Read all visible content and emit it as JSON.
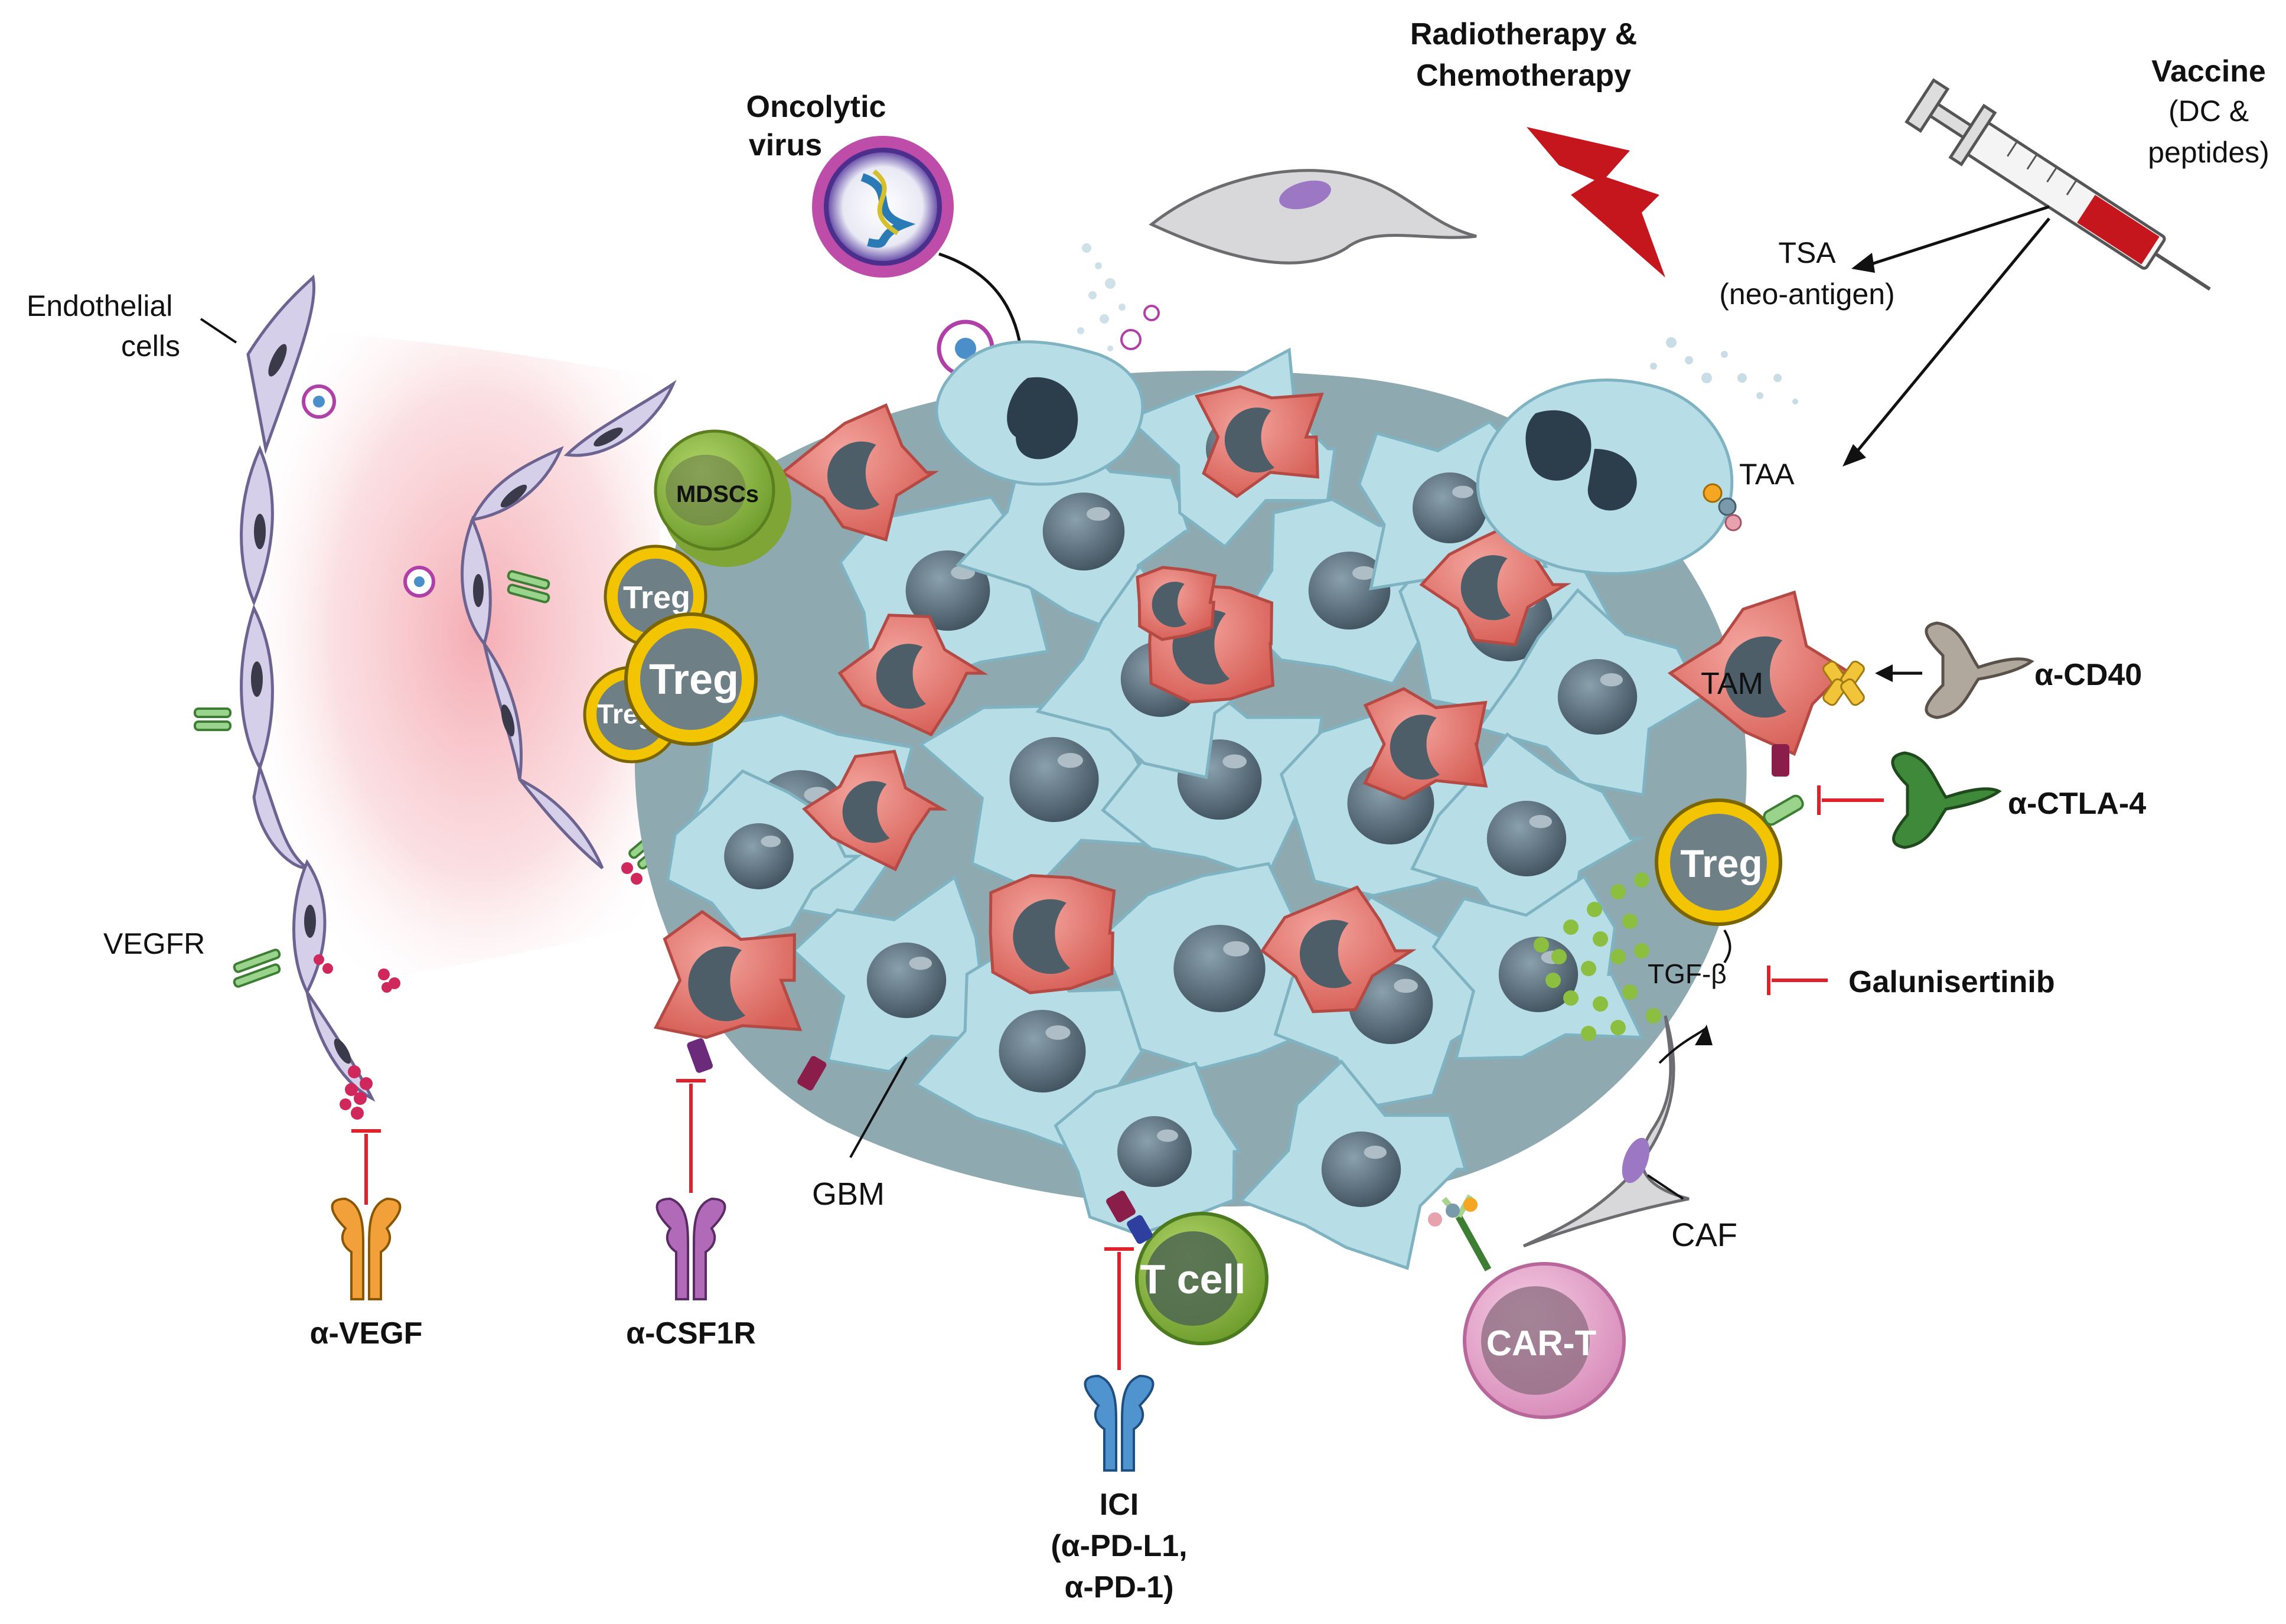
{
  "labels": {
    "oncolytic_l1": "Oncolytic",
    "oncolytic_l2": "virus",
    "radio_l1": "Radiotherapy &",
    "radio_l2": "Chemotherapy",
    "vaccine_l1": "Vaccine",
    "vaccine_l2": "(DC &",
    "vaccine_l3": "peptides)",
    "tsa_l1": "TSA",
    "tsa_l2": "(neo-antigen)",
    "taa": "TAA",
    "endothelial_l1": "Endothelial",
    "endothelial_l2": "cells",
    "vegfr": "VEGFR",
    "mdscs": "MDSCs",
    "treg": "Treg",
    "tam": "TAM",
    "gbm": "GBM",
    "tcell": "T cell",
    "cart": "CAR-T",
    "caf": "CAF",
    "tgfb": "TGF-β",
    "a_cd40": "α-CD40",
    "a_ctla4": "α-CTLA-4",
    "galunisertinib": "Galunisertinib",
    "a_vegf": "α-VEGF",
    "a_csf1r": "α-CSF1R",
    "ici_l1": "ICI",
    "ici_l2": "(α-PD-L1,",
    "ici_l3": "α-PD-1)"
  },
  "colors": {
    "tumor_cell": "#b7dde6",
    "tumor_cell_edge": "#7fb3c2",
    "nucleus": "#5b6f7d",
    "tam_cell": "#e47a72",
    "treg_ring": "#f2c500",
    "mdsc": "#8db63c",
    "tcell": "#7fc34a",
    "cart": "#e9a9cf",
    "endothelial": "#cfc8e6",
    "vessel_glow": "#f6c9cc",
    "lightning": "#c4161c",
    "inhibit_red": "#e0202a",
    "ab_vegf": "#f2a03a",
    "ab_csf1r": "#b06ab8",
    "ab_pd1": "#4f93cf",
    "ab_ctla4": "#3e7d3b",
    "ab_cd40": "#8c8176",
    "tgf_dots": "#8cbf3f"
  }
}
